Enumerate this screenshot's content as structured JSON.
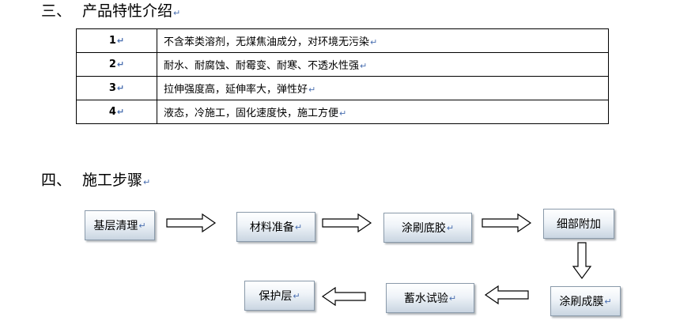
{
  "section3": {
    "number": "三、",
    "title": "产品特性介绍"
  },
  "features": [
    {
      "index": "1",
      "text": "不含苯类溶剂，无煤焦油成分，对环境无污染"
    },
    {
      "index": "2",
      "text": "耐水、耐腐蚀、耐霉变、耐寒、不透水性强"
    },
    {
      "index": "3",
      "text": "拉伸强度高，延伸率大，弹性好"
    },
    {
      "index": "4",
      "text": "液态，冷施工，固化速度快，施工方便"
    }
  ],
  "section4": {
    "number": "四、",
    "title": "施工步骤"
  },
  "steps": [
    {
      "label": "基层清理"
    },
    {
      "label": "材料准备"
    },
    {
      "label": "涂刷底胶"
    },
    {
      "label": "细部附加"
    },
    {
      "label": "涂刷成膜"
    },
    {
      "label": "蓄水试验"
    },
    {
      "label": "保护层"
    }
  ],
  "colors": {
    "paragraph_mark": "#4a6fb0",
    "box_border": "#8a9aaa",
    "box_gradient_bottom": "#c9d5e1"
  },
  "icons": {
    "paragraph_mark": "return-arrow-icon",
    "flow_arrow": "hollow-block-arrow-icon"
  }
}
